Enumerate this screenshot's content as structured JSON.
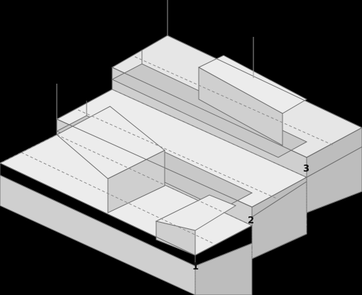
{
  "diagram": {
    "background": "#000000",
    "colors": {
      "top_face": "#ececec",
      "top_face_raised": "#e6e6e6",
      "side_left": "#cfcfcf",
      "side_right": "#bdbdbd",
      "channel": "#c8c8c8",
      "edge": "#6f6f6f",
      "hidden_edge": "#8a8a8a"
    },
    "markers": [
      {
        "label": "1"
      },
      {
        "label": "2"
      },
      {
        "label": "3"
      }
    ]
  }
}
